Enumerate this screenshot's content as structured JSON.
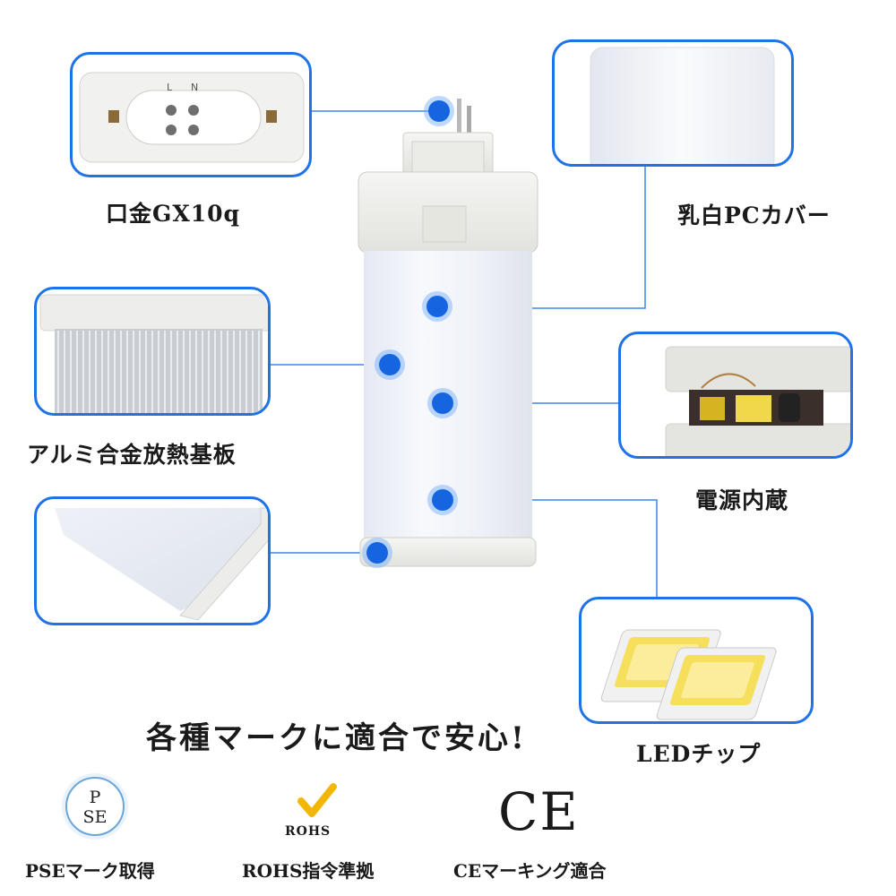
{
  "callouts": {
    "base": "口金GX10q",
    "cover": "乳白PCカバー",
    "heatsink": "アルミ合金放熱基板",
    "power": "電源内蔵",
    "led": "LEDチップ"
  },
  "base_pin_labels": {
    "l": "L",
    "n": "N"
  },
  "slogan": "各種マークに適合で安心!",
  "certifications": {
    "pse_mark": {
      "top": "P",
      "bottom": "SE"
    },
    "rohs_mark": "ROHS",
    "ce_mark": "CE",
    "pse_label": "PSEマーク取得",
    "rohs_label": "ROHS指令準拠",
    "ce_label": "CEマーキング適合"
  },
  "colors": {
    "accent": "#1e73e8",
    "dot": "#1565e0",
    "rohs_check": "#f2b705"
  }
}
